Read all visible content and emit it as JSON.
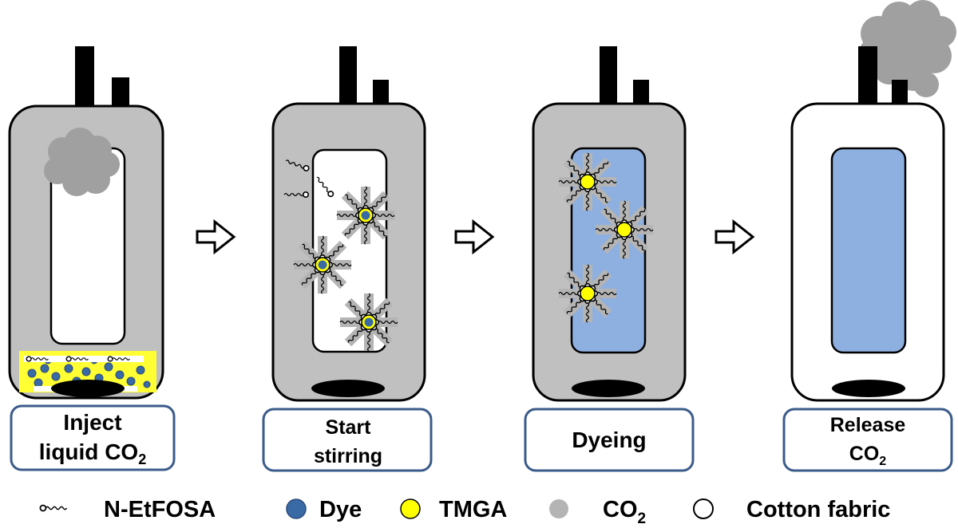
{
  "colors": {
    "vessel_fill": "#c0c0c0",
    "vessel_stroke": "#000000",
    "box_stroke": "#3b5b8a",
    "fabric_blue": "#8eb0e0",
    "liquid_yellow": "#ffff33",
    "dye_blue": "#3a6aa6",
    "tmga_yellow": "#ffff00",
    "co2_gray": "#b4b4b4"
  },
  "steps": [
    {
      "line1": "Inject",
      "line2_main": "liquid CO",
      "line2_sub": "2",
      "vessel_state": "filled-gray"
    },
    {
      "line1": "Start",
      "line2_main": "stirring",
      "line2_sub": "",
      "vessel_state": "filled-gray"
    },
    {
      "line1": "Dyeing",
      "line2_main": "",
      "line2_sub": "",
      "vessel_state": "filled-gray-blue-fabric"
    },
    {
      "line1": "Release",
      "line2_main": "CO",
      "line2_sub": "2",
      "vessel_state": "empty-blue-fabric"
    }
  ],
  "legend": [
    {
      "icon": "n-etfosa-icon",
      "label": "N-EtFOSA",
      "sub": ""
    },
    {
      "icon": "dye-icon",
      "label": "Dye",
      "sub": ""
    },
    {
      "icon": "tmga-icon",
      "label": "TMGA",
      "sub": ""
    },
    {
      "icon": "co2-icon",
      "label": "CO",
      "sub": "2"
    },
    {
      "icon": "cotton-fabric-icon",
      "label": "Cotton fabric",
      "sub": ""
    }
  ]
}
